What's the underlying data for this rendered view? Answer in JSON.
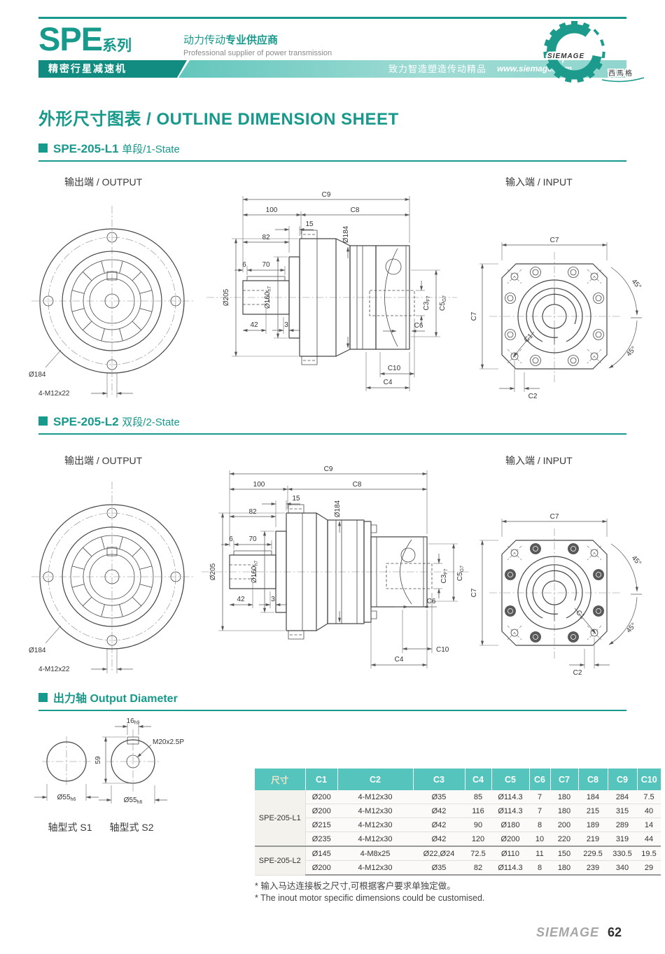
{
  "header": {
    "series": "SPE",
    "series_suffix": "系列",
    "tagline_zh": "动力传动",
    "tagline_zh_bold": "专业供应商",
    "tagline_en": "Professional supplier of power transmission",
    "banner_left": "精密行星减速机",
    "banner_slogan": "致力智造塑造传动精品",
    "banner_url": "www.siemage.com",
    "logo_text": "SIEMAGE",
    "logo_zh": "西馬格"
  },
  "title": "外形尺寸图表 / OUTLINE DIMENSION SHEET",
  "sections": {
    "l1": {
      "name": "SPE-205-L1",
      "sub": "单段/1-State"
    },
    "l2": {
      "name": "SPE-205-L2",
      "sub": "双段/2-State"
    },
    "shaft": {
      "name": "出力轴 Output Diameter"
    }
  },
  "labels": {
    "output": "输出端 / OUTPUT",
    "input": "输入端 / INPUT",
    "s1": "轴型式 S1",
    "s2": "轴型式 S2"
  },
  "dims": {
    "flange": {
      "dia": "Ø184",
      "bolts": "4-M12x22"
    },
    "side": {
      "c9": "C9",
      "l100": "100",
      "c8": "C8",
      "l15": "15",
      "l82": "82",
      "d184": "Ø184",
      "d205": "Ø205",
      "d160": "Ø160",
      "d160_fit": "h7",
      "l6": "6",
      "l70": "70",
      "l42": "42",
      "l3": "3",
      "c3": "C3",
      "c3_fit": "F7",
      "c5": "C5",
      "c5_fit": "G7",
      "c6": "C6",
      "c10": "C10",
      "c4": "C4"
    },
    "input": {
      "c7": "C7",
      "c1": "C1",
      "c2": "C2",
      "a45": "45°"
    },
    "s1": {
      "dia": "Ø55",
      "fit": "h6"
    },
    "s2": {
      "key": "16",
      "key_fit": "h9",
      "h": "59",
      "thread": "M20x2.5P",
      "dia": "Ø55",
      "fit": "h6"
    }
  },
  "table": {
    "headers": [
      "尺寸",
      "C1",
      "C2",
      "C3",
      "C4",
      "C5",
      "C6",
      "C7",
      "C8",
      "C9",
      "C10"
    ],
    "groups": [
      {
        "model": "SPE-205-L1",
        "rows": [
          [
            "Ø200",
            "4-M12x30",
            "Ø35",
            "85",
            "Ø114.3",
            "7",
            "180",
            "184",
            "284",
            "7.5"
          ],
          [
            "Ø200",
            "4-M12x30",
            "Ø42",
            "116",
            "Ø114.3",
            "7",
            "180",
            "215",
            "315",
            "40"
          ],
          [
            "Ø215",
            "4-M12x30",
            "Ø42",
            "90",
            "Ø180",
            "8",
            "200",
            "189",
            "289",
            "14"
          ],
          [
            "Ø235",
            "4-M12x30",
            "Ø42",
            "120",
            "Ø200",
            "10",
            "220",
            "219",
            "319",
            "44"
          ]
        ]
      },
      {
        "model": "SPE-205-L2",
        "rows": [
          [
            "Ø145",
            "4-M8x25",
            "Ø22,Ø24",
            "72.5",
            "Ø110",
            "11",
            "150",
            "229.5",
            "330.5",
            "19.5"
          ],
          [
            "Ø200",
            "4-M12x30",
            "Ø35",
            "82",
            "Ø114.3",
            "8",
            "180",
            "239",
            "340",
            "29"
          ]
        ]
      }
    ]
  },
  "notes": {
    "zh": "* 输入马达连接板之尺寸,可根据客户要求单独定做。",
    "en": "* The inout motor  specific dimensions could be customised."
  },
  "footer": {
    "brand": "SIEMAGE",
    "page": "62"
  }
}
